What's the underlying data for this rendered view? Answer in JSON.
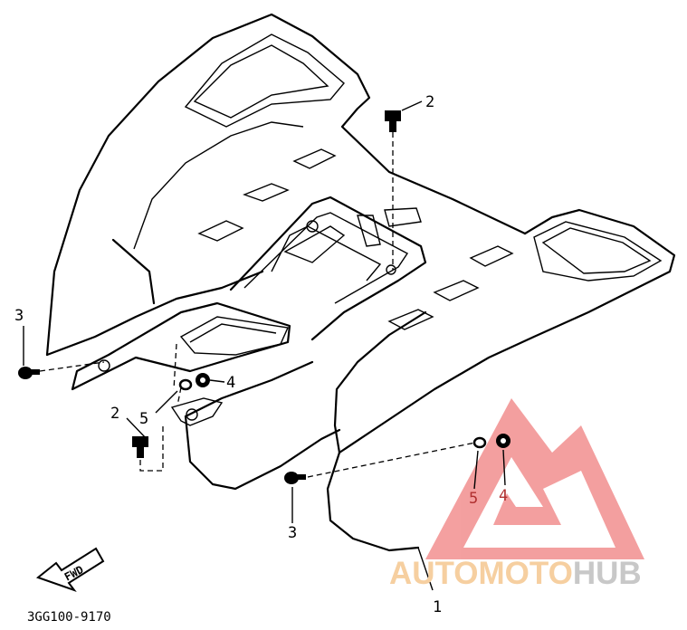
{
  "diagram": {
    "part_number_code": "3GG100-9170",
    "fwd_label": "FWD",
    "callouts": [
      {
        "id": "c1",
        "text": "1"
      },
      {
        "id": "c2a",
        "text": "2"
      },
      {
        "id": "c2b",
        "text": "2"
      },
      {
        "id": "c3a",
        "text": "3"
      },
      {
        "id": "c3b",
        "text": "3"
      },
      {
        "id": "c4a",
        "text": "4"
      },
      {
        "id": "c4b",
        "text": "4"
      },
      {
        "id": "c5a",
        "text": "5"
      },
      {
        "id": "c5b",
        "text": "5"
      }
    ]
  },
  "watermark": {
    "text_part1": "AUTOMOTO",
    "text_part2": "HUB",
    "color_part1": "#f6cfa0",
    "color_part2": "#c8c8c8",
    "triangle_color": "#f08080"
  }
}
